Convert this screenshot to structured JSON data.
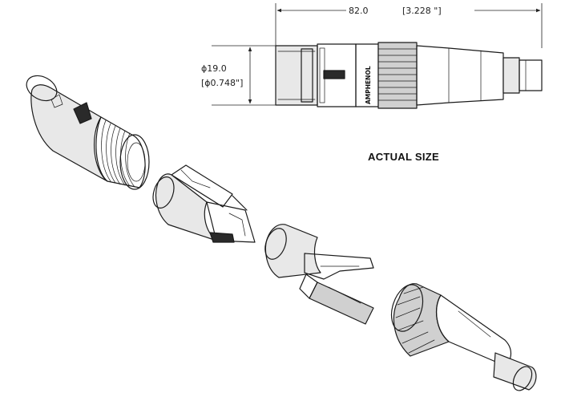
{
  "dimensions": {
    "length": "82.0",
    "length_inch": "[3.228 \"]",
    "diameter": "ϕ19.0",
    "diameter_inch": "[ϕ0.748\"]"
  },
  "brand": "AMPHENOL",
  "caption": "ACTUAL SIZE"
}
